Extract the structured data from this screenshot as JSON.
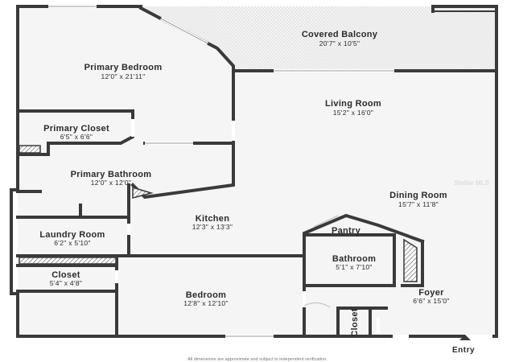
{
  "rooms": {
    "covered_balcony": {
      "name": "Covered Balcony",
      "dim": "20'7\" x 10'5\""
    },
    "primary_bedroom": {
      "name": "Primary Bedroom",
      "dim": "12'0\" x 21'11\""
    },
    "living_room": {
      "name": "Living Room",
      "dim": "15'2\" x 16'0\""
    },
    "primary_closet": {
      "name": "Primary Closet",
      "dim": "6'5\" x 6'6\""
    },
    "primary_bathroom": {
      "name": "Primary Bathroom",
      "dim": "12'0\" x 12'0\""
    },
    "dining_room": {
      "name": "Dining Room",
      "dim": "15'7\" x 11'8\""
    },
    "kitchen": {
      "name": "Kitchen",
      "dim": "12'3\" x 13'3\""
    },
    "laundry_room": {
      "name": "Laundry Room",
      "dim": "6'2\" x 5'10\""
    },
    "pantry": {
      "name": "Pantry"
    },
    "bathroom": {
      "name": "Bathroom",
      "dim": "5'1\" x 7'10\""
    },
    "closet_left": {
      "name": "Closet",
      "dim": "5'4\" x 4'8\""
    },
    "bedroom": {
      "name": "Bedroom",
      "dim": "12'8\" x 12'10\""
    },
    "foyer": {
      "name": "Foyer",
      "dim": "6'6\" x 15'0\""
    },
    "closet_foyer": {
      "name": "Closet"
    }
  },
  "entry_label": "Entry",
  "disclaimer": "All dimensions are approximate and subject to independent verification.",
  "watermark": "Stellar MLS",
  "colors": {
    "wall": "#3a3a3a",
    "floor": "#f5f5f5",
    "text": "#2b2b2b"
  }
}
